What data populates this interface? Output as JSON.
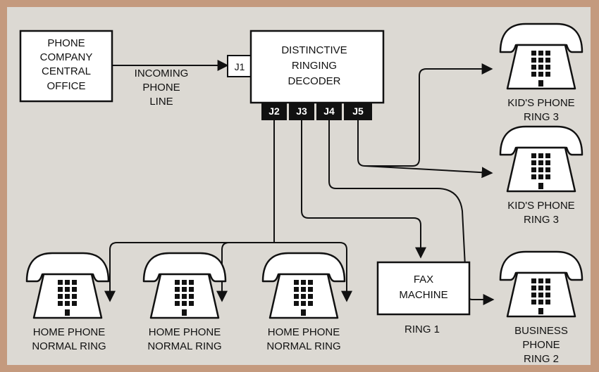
{
  "colors": {
    "border": "#c49a7e",
    "background": "#dcd9d3",
    "box": "#ffffff",
    "ink": "#111111"
  },
  "central_office": {
    "lines": [
      "PHONE",
      "COMPANY",
      "CENTRAL",
      "OFFICE"
    ]
  },
  "incoming_line": {
    "lines": [
      "INCOMING",
      "PHONE",
      "LINE"
    ]
  },
  "decoder": {
    "lines": [
      "DISTINCTIVE",
      "RINGING",
      "DECODER"
    ],
    "input_jack": "J1",
    "output_jacks": [
      "J2",
      "J3",
      "J4",
      "J5"
    ]
  },
  "fax": {
    "lines": [
      "FAX",
      "MACHINE"
    ],
    "ring": "RING 1"
  },
  "phones": [
    {
      "id": "home-phone-1",
      "icon": "telephone-icon",
      "lines": [
        "HOME PHONE",
        "NORMAL RING"
      ]
    },
    {
      "id": "home-phone-2",
      "icon": "telephone-icon",
      "lines": [
        "HOME PHONE",
        "NORMAL RING"
      ]
    },
    {
      "id": "home-phone-3",
      "icon": "telephone-icon",
      "lines": [
        "HOME PHONE",
        "NORMAL RING"
      ]
    },
    {
      "id": "kids-phone-1",
      "icon": "telephone-icon",
      "lines": [
        "KID'S PHONE",
        "RING 3"
      ]
    },
    {
      "id": "kids-phone-2",
      "icon": "telephone-icon",
      "lines": [
        "KID'S PHONE",
        "RING 3"
      ]
    },
    {
      "id": "business-phone",
      "icon": "telephone-icon",
      "lines": [
        "BUSINESS",
        "PHONE",
        "RING 2"
      ]
    }
  ]
}
